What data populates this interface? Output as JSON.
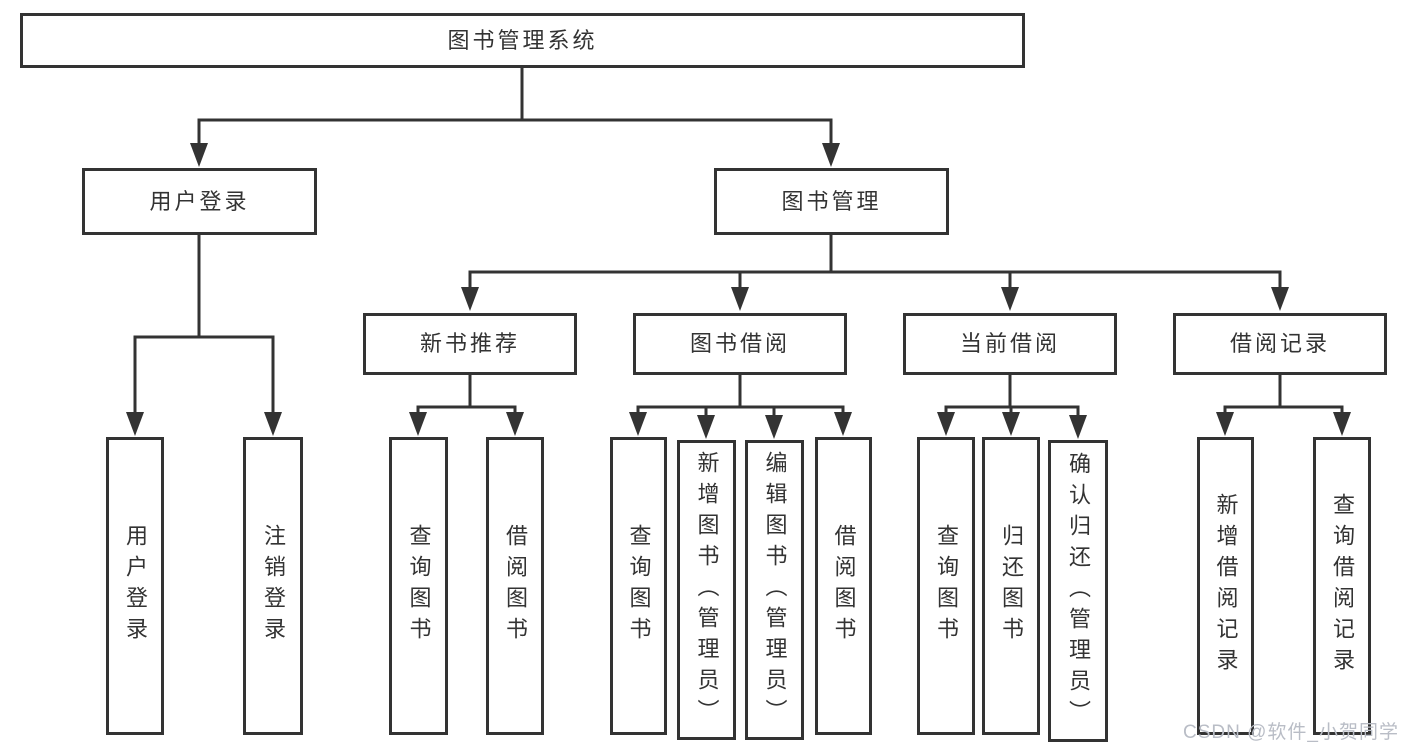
{
  "diagram": {
    "title": "图书管理系统",
    "nodes": {
      "root": "图书管理系统",
      "user_login": "用户登录",
      "book_mgmt": "图书管理",
      "new_book_rec": "新书推荐",
      "book_borrow": "图书借阅",
      "current_borrow": "当前借阅",
      "borrow_record": "借阅记录",
      "ul_user_login": "用户登录",
      "ul_logout": "注销登录",
      "nbr_query_book": "查询图书",
      "nbr_borrow_book": "借阅图书",
      "bb_query_book": "查询图书",
      "bb_add_book": "新增图书（管理员）",
      "bb_edit_book": "编辑图书（管理员）",
      "bb_borrow_book": "借阅图书",
      "cb_query_book": "查询图书",
      "cb_return_book": "归还图书",
      "cb_confirm_return": "确认归还（管理员）",
      "br_add_record": "新增借阅记录",
      "br_query_record": "查询借阅记录"
    },
    "structure": {
      "root": [
        "user_login",
        "book_mgmt"
      ],
      "user_login": [
        "ul_user_login",
        "ul_logout"
      ],
      "book_mgmt": [
        "new_book_rec",
        "book_borrow",
        "current_borrow",
        "borrow_record"
      ],
      "new_book_rec": [
        "nbr_query_book",
        "nbr_borrow_book"
      ],
      "book_borrow": [
        "bb_query_book",
        "bb_add_book",
        "bb_edit_book",
        "bb_borrow_book"
      ],
      "current_borrow": [
        "cb_query_book",
        "cb_return_book",
        "cb_confirm_return"
      ],
      "borrow_record": [
        "br_add_record",
        "br_query_record"
      ]
    },
    "colors": {
      "line": "#333333",
      "box_border": "#333333",
      "text": "#333333",
      "background": "#ffffff",
      "watermark": "#b9bdc6"
    }
  },
  "watermark": {
    "text": "CSDN @软件_小贺同学"
  }
}
